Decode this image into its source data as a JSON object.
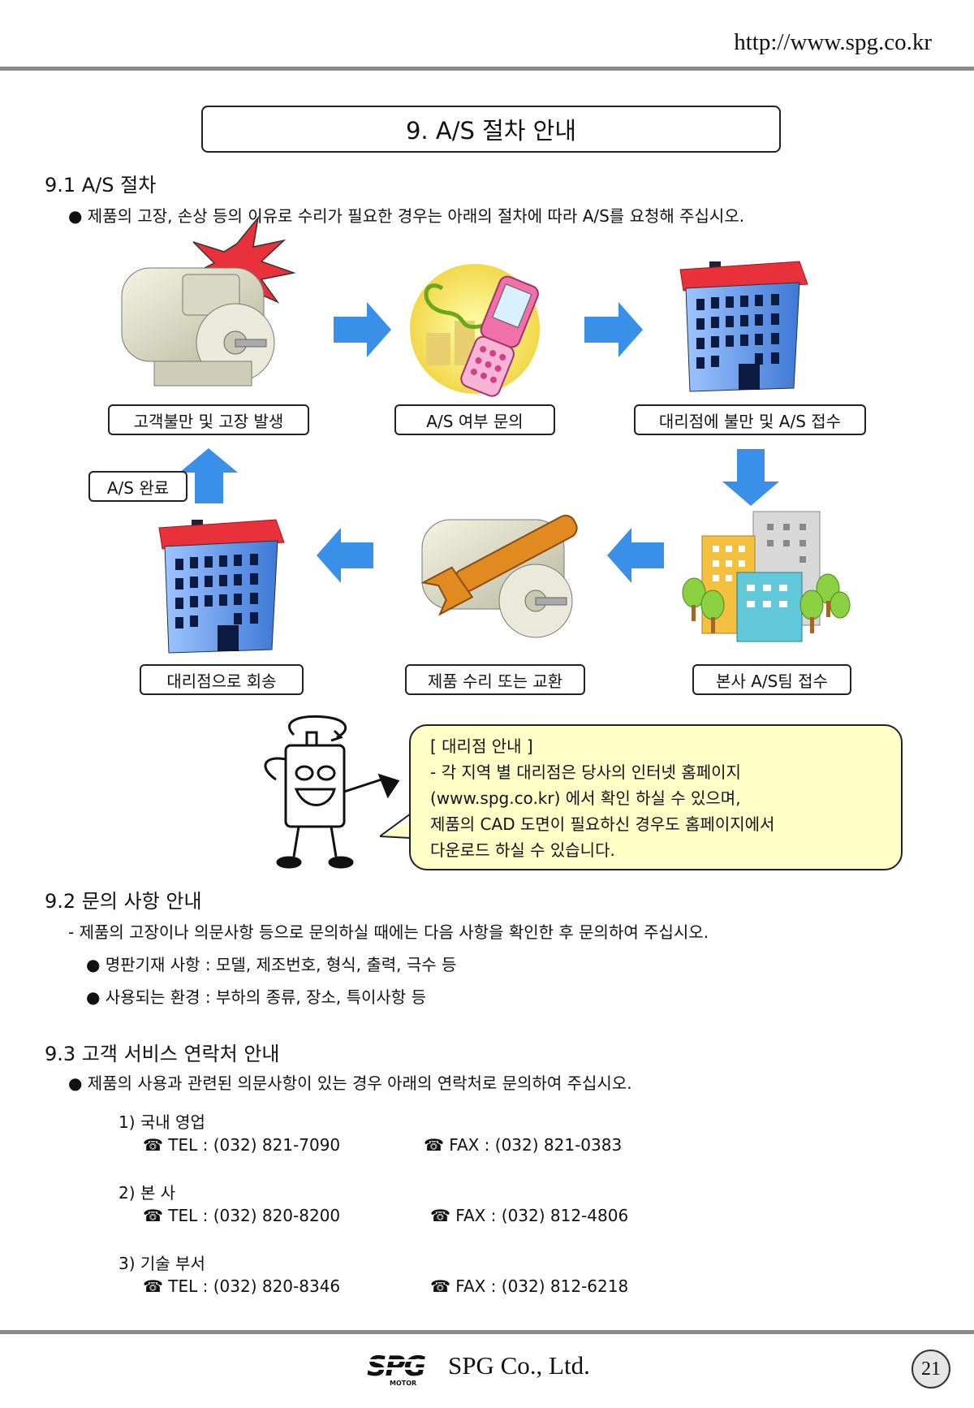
{
  "header": {
    "url": "http://www.spg.co.kr"
  },
  "title": "9. A/S 절차 안내",
  "section1": {
    "heading": "9.1 A/S 절차",
    "bullet": "● 제품의 고장, 손상 등의 이유로 수리가 필요한 경우는 아래의 절차에 따라 A/S를 요청해 주십시오."
  },
  "flow": {
    "step1": "고객불만 및 고장 발생",
    "step2": "A/S 여부 문의",
    "step3": "대리점에 불만 및 A/S 접수",
    "step4": "본사 A/S팀 접수",
    "step5": "제품 수리 또는 교환",
    "step6": "대리점으로 회송",
    "complete": "A/S 완료"
  },
  "bubble": {
    "title": "[ 대리점 안내 ]",
    "line1": "- 각 지역 별 대리점은 당사의 인터넷 홈페이지",
    "line2": "(www.spg.co.kr) 에서 확인 하실 수 있으며,",
    "line3": "제품의 CAD 도면이 필요하신 경우도 홈페이지에서",
    "line4": "다운로드 하실 수 있습니다."
  },
  "section2": {
    "heading": "9.2 문의 사항 안내",
    "intro": "- 제품의 고장이나 의문사항 등으로 문의하실 때에는 다음 사항을 확인한 후 문의하여 주십시오.",
    "item1": "● 명판기재 사항 : 모델, 제조번호, 형식, 출력, 극수 등",
    "item2": "● 사용되는 환경 : 부하의 종류, 장소, 특이사항 등"
  },
  "section3": {
    "heading": "9.3 고객 서비스 연락처 안내",
    "bullet": "● 제품의 사용과 관련된 의문사항이 있는 경우 아래의 연락처로 문의하여 주십시오.",
    "contacts": [
      {
        "name": "1) 국내 영업",
        "tel": "☎ TEL : (032) 821-7090",
        "fax": "☎ FAX : (032) 821-0383"
      },
      {
        "name": "2) 본 사",
        "tel": "☎ TEL : (032) 820-8200",
        "fax": "☎ FAX : (032) 812-4806"
      },
      {
        "name": "3) 기술 부서",
        "tel": "☎ TEL : (032) 820-8346",
        "fax": "☎ FAX : (032) 812-6218"
      }
    ]
  },
  "footer": {
    "logo": "SPG",
    "logo_sub": "MOTOR",
    "company": "SPG Co., Ltd.",
    "page": "21"
  },
  "colors": {
    "arrow": "#3a8fe8",
    "bubble": "#ffffc8",
    "roof": "#e8313a",
    "rule": "#8a8a8a"
  }
}
